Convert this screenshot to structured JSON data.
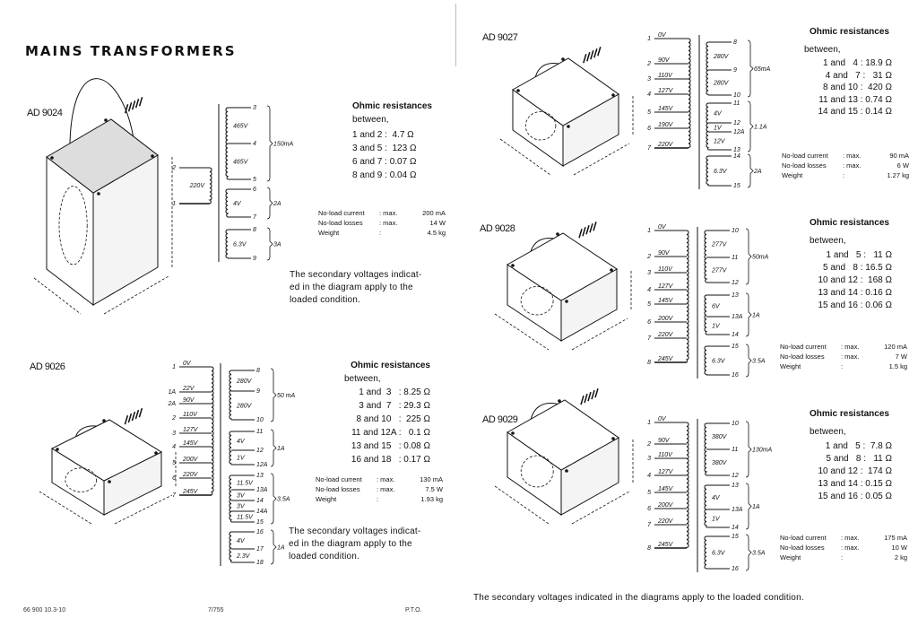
{
  "title": "MAINS TRANSFORMERS",
  "transformers": [
    {
      "model": "AD 9024",
      "ohmic_heading": "Ohmic resistances",
      "between": "between,",
      "resistances": [
        "1 and 2 :  4.7 Ω",
        "3 and 5 :  123 Ω",
        "6 and 7 : 0.07 Ω",
        "8 and 9 : 0.04 Ω"
      ],
      "specs": [
        {
          "label": "No-load current",
          "sep": ": max.",
          "value": "200 mA"
        },
        {
          "label": "No-load losses",
          "sep": ": max.",
          "value": "14 W"
        },
        {
          "label": "Weight",
          "sep": ":",
          "value": "4.5 kg"
        }
      ],
      "note": "The secondary voltages indicat-\ned in the diagram apply to the\nloaded condition.",
      "schematic": {
        "primary_label": "220V",
        "primary": [
          {
            "pin": "2",
            "volt": ""
          },
          {
            "pin": "1",
            "volt": ""
          }
        ],
        "secondary": [
          {
            "pins": [
              "3",
              "4",
              "5"
            ],
            "volts": [
              "465V",
              "465V"
            ],
            "rating": "150mA"
          },
          {
            "pins": [
              "6",
              "7"
            ],
            "volts": [
              "4V"
            ],
            "rating": "2A"
          },
          {
            "pins": [
              "8",
              "9"
            ],
            "volts": [
              "6.3V"
            ],
            "rating": "3A"
          }
        ]
      }
    },
    {
      "model": "AD 9026",
      "ohmic_heading": "Ohmic resistances",
      "between": "between,",
      "resistances": [
        "1 and  3   : 8.25 Ω",
        "3 and  7   : 29.3 Ω",
        "8 and 10   :  225 Ω",
        "11 and 12A :   0.1 Ω",
        "13 and 15   : 0.08 Ω",
        "16 and 18   : 0.17 Ω"
      ],
      "specs": [
        {
          "label": "No-load current",
          "sep": ": max.",
          "value": "130 mA"
        },
        {
          "label": "No-load losses",
          "sep": ": max.",
          "value": "7.5 W"
        },
        {
          "label": "Weight",
          "sep": ":",
          "value": "1.93 kg"
        }
      ],
      "note": "The secondary voltages indicat-\ned in the diagram apply to the\nloaded condition.",
      "schematic": {
        "primary_label": "",
        "primary": [
          {
            "pin": "1",
            "volt": "0V"
          },
          {
            "pin": "1A",
            "volt": "22V"
          },
          {
            "pin": "2A",
            "volt": "90V"
          },
          {
            "pin": "2",
            "volt": "110V"
          },
          {
            "pin": "3",
            "volt": "127V"
          },
          {
            "pin": "4",
            "volt": "145V"
          },
          {
            "pin": "5",
            "volt": "200V"
          },
          {
            "pin": "6",
            "volt": "220V"
          },
          {
            "pin": "7",
            "volt": "245V"
          }
        ],
        "secondary": [
          {
            "pins": [
              "8",
              "9",
              "10"
            ],
            "volts": [
              "280V",
              "280V"
            ],
            "rating": "50 mA"
          },
          {
            "pins": [
              "11",
              "12",
              "12A"
            ],
            "volts": [
              "4V",
              "1V"
            ],
            "rating": "1A"
          },
          {
            "pins": [
              "13",
              "13A",
              "14",
              "14A",
              "15"
            ],
            "volts": [
              "11.5V",
              "3V",
              "3V",
              "11.5V"
            ],
            "rating": "3.5A"
          },
          {
            "pins": [
              "16",
              "17",
              "18"
            ],
            "volts": [
              "4V",
              "2.3V"
            ],
            "rating": "1A"
          }
        ]
      }
    },
    {
      "model": "AD 9027",
      "ohmic_heading": "Ohmic resistances",
      "between": "between,",
      "resistances": [
        "1 and   4 : 18.9 Ω",
        "4 and   7 :   31 Ω",
        "8 and 10 :  420 Ω",
        "11 and 13 : 0.74 Ω",
        "14 and 15 : 0.14 Ω"
      ],
      "specs": [
        {
          "label": "No-load current",
          "sep": ": max.",
          "value": "90 mA"
        },
        {
          "label": "No-load losses",
          "sep": ": max.",
          "value": "6 W"
        },
        {
          "label": "Weight",
          "sep": ":",
          "value": "1.27 kg"
        }
      ],
      "schematic": {
        "primary_label": "",
        "primary": [
          {
            "pin": "1",
            "volt": "0V"
          },
          {
            "pin": "2",
            "volt": "90V"
          },
          {
            "pin": "3",
            "volt": "110V"
          },
          {
            "pin": "4",
            "volt": "127V"
          },
          {
            "pin": "5",
            "volt": "145V"
          },
          {
            "pin": "6",
            "volt": "190V"
          },
          {
            "pin": "7",
            "volt": "220V"
          }
        ],
        "secondary": [
          {
            "pins": [
              "8",
              "9",
              "10"
            ],
            "volts": [
              "280V",
              "280V"
            ],
            "rating": "65mA"
          },
          {
            "pins": [
              "11",
              "12",
              "12A",
              "13"
            ],
            "volts": [
              "4V",
              "1V",
              "12V"
            ],
            "rating": "1.1A"
          },
          {
            "pins": [
              "14",
              "15"
            ],
            "volts": [
              "6.3V"
            ],
            "rating": "2A"
          }
        ]
      }
    },
    {
      "model": "AD 9028",
      "ohmic_heading": "Ohmic resistances",
      "between": "between,",
      "resistances": [
        "1 and   5 :   11 Ω",
        "5 and   8 : 16.5 Ω",
        "10 and 12 :  168 Ω",
        "13 and 14 : 0.16 Ω",
        "15 and 16 : 0.06 Ω"
      ],
      "specs": [
        {
          "label": "No-load current",
          "sep": ": max.",
          "value": "120 mA"
        },
        {
          "label": "No-load losses",
          "sep": ": max.",
          "value": "7 W"
        },
        {
          "label": "Weight",
          "sep": ":",
          "value": "1.5 kg"
        }
      ],
      "schematic": {
        "primary_label": "",
        "primary": [
          {
            "pin": "1",
            "volt": "0V"
          },
          {
            "pin": "2",
            "volt": "90V"
          },
          {
            "pin": "3",
            "volt": "110V"
          },
          {
            "pin": "4",
            "volt": "127V"
          },
          {
            "pin": "5",
            "volt": "145V"
          },
          {
            "pin": "6",
            "volt": "200V"
          },
          {
            "pin": "7",
            "volt": "220V"
          },
          {
            "pin": "8",
            "volt": "245V"
          }
        ],
        "secondary": [
          {
            "pins": [
              "10",
              "11",
              "12"
            ],
            "volts": [
              "277V",
              "277V"
            ],
            "rating": "50mA"
          },
          {
            "pins": [
              "13",
              "13A",
              "14"
            ],
            "volts": [
              "6V",
              "1V"
            ],
            "rating": "1A"
          },
          {
            "pins": [
              "15",
              "16"
            ],
            "volts": [
              "6.3V"
            ],
            "rating": "3.5A"
          }
        ]
      }
    },
    {
      "model": "AD 9029",
      "ohmic_heading": "Ohmic resistances",
      "between": "between,",
      "resistances": [
        "1 and   5 :  7.8 Ω",
        "5 and   8 :   11 Ω",
        "10 and 12 :  174 Ω",
        "13 and 14 : 0.15 Ω",
        "15 and 16 : 0.05 Ω"
      ],
      "specs": [
        {
          "label": "No-load current",
          "sep": ": max.",
          "value": "175 mA"
        },
        {
          "label": "No-load losses",
          "sep": ": max.",
          "value": "10 W"
        },
        {
          "label": "Weight",
          "sep": ":",
          "value": "2 kg"
        }
      ],
      "schematic": {
        "primary_label": "",
        "primary": [
          {
            "pin": "1",
            "volt": "0V"
          },
          {
            "pin": "2",
            "volt": "90V"
          },
          {
            "pin": "3",
            "volt": "110V"
          },
          {
            "pin": "4",
            "volt": "127V"
          },
          {
            "pin": "5",
            "volt": "145V"
          },
          {
            "pin": "6",
            "volt": "200V"
          },
          {
            "pin": "7",
            "volt": "220V"
          },
          {
            "pin": "8",
            "volt": "245V"
          }
        ],
        "secondary": [
          {
            "pins": [
              "10",
              "11",
              "12"
            ],
            "volts": [
              "380V",
              "380V"
            ],
            "rating": "130mA"
          },
          {
            "pins": [
              "13",
              "13A",
              "14"
            ],
            "volts": [
              "4V",
              "1V"
            ],
            "rating": "1A"
          },
          {
            "pins": [
              "15",
              "16"
            ],
            "volts": [
              "6.3V"
            ],
            "rating": "3.5A"
          }
        ]
      }
    }
  ],
  "bottom_note": "The secondary voltages indicated in the diagrams apply to the loaded condition.",
  "footer": {
    "code": "66 900 10.3-10",
    "date": "7/755",
    "pto": "P.T.O."
  }
}
